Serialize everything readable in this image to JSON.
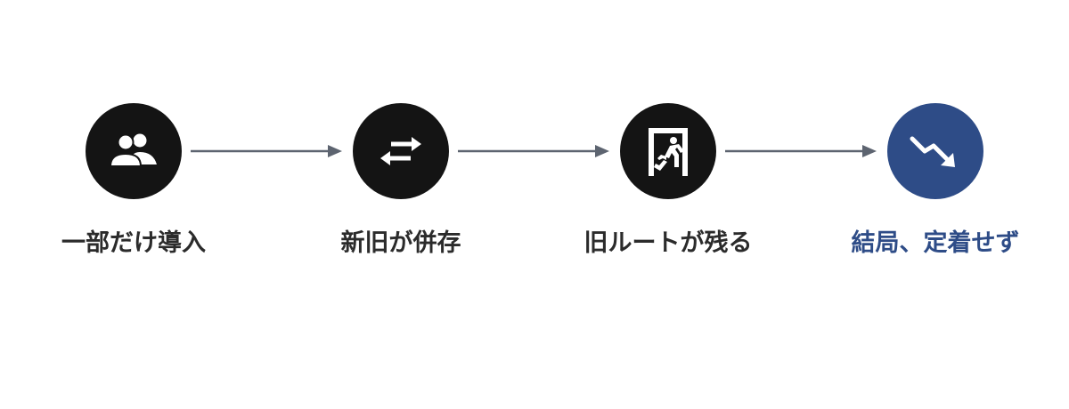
{
  "steps": [
    {
      "label": "一部だけ導入",
      "icon": "group-icon"
    },
    {
      "label": "新旧が併存",
      "icon": "swap-arrows-icon"
    },
    {
      "label": "旧ルートが残る",
      "icon": "exit-door-icon"
    },
    {
      "label": "結局、定着せず",
      "icon": "trend-down-icon"
    }
  ],
  "colors": {
    "circle": "#141414",
    "accent": "#2e4c87",
    "label": "#2b2b2b",
    "connector": "#5d6470"
  }
}
